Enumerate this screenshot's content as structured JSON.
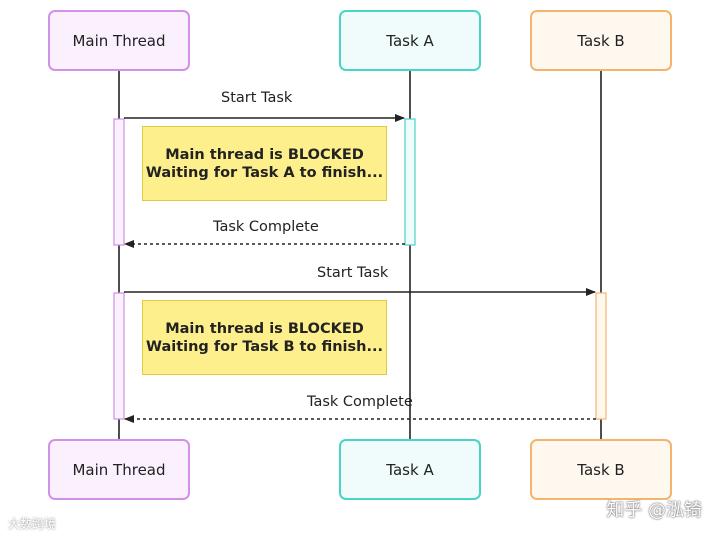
{
  "colors": {
    "main": {
      "border": "#d291e6",
      "fill": "#fbf1fe"
    },
    "task_a": {
      "border": "#49d4c8",
      "fill": "#effcfb"
    },
    "task_b": {
      "border": "#f2b46e",
      "fill": "#fff8ee"
    },
    "note_fill": "#fdf08c",
    "note_border": "#e3c93f",
    "line": "#222222"
  },
  "actors": {
    "main": {
      "label": "Main Thread"
    },
    "task_a": {
      "label": "Task A"
    },
    "task_b": {
      "label": "Task B"
    }
  },
  "messages": [
    {
      "label": "Start Task",
      "from": "main",
      "to": "task_a",
      "style": "solid"
    },
    {
      "label": "Task Complete",
      "from": "task_a",
      "to": "main",
      "style": "dashed"
    },
    {
      "label": "Start Task",
      "from": "main",
      "to": "task_b",
      "style": "solid"
    },
    {
      "label": "Task Complete",
      "from": "task_b",
      "to": "main",
      "style": "dashed"
    }
  ],
  "notes": [
    {
      "line1": "Main thread is BLOCKED",
      "line2": "Waiting for Task A to finish..."
    },
    {
      "line1": "Main thread is BLOCKED",
      "line2": "Waiting for Task B to finish..."
    }
  ],
  "watermarks": {
    "right": "知乎 @泓锜",
    "left": "大数跨境"
  }
}
